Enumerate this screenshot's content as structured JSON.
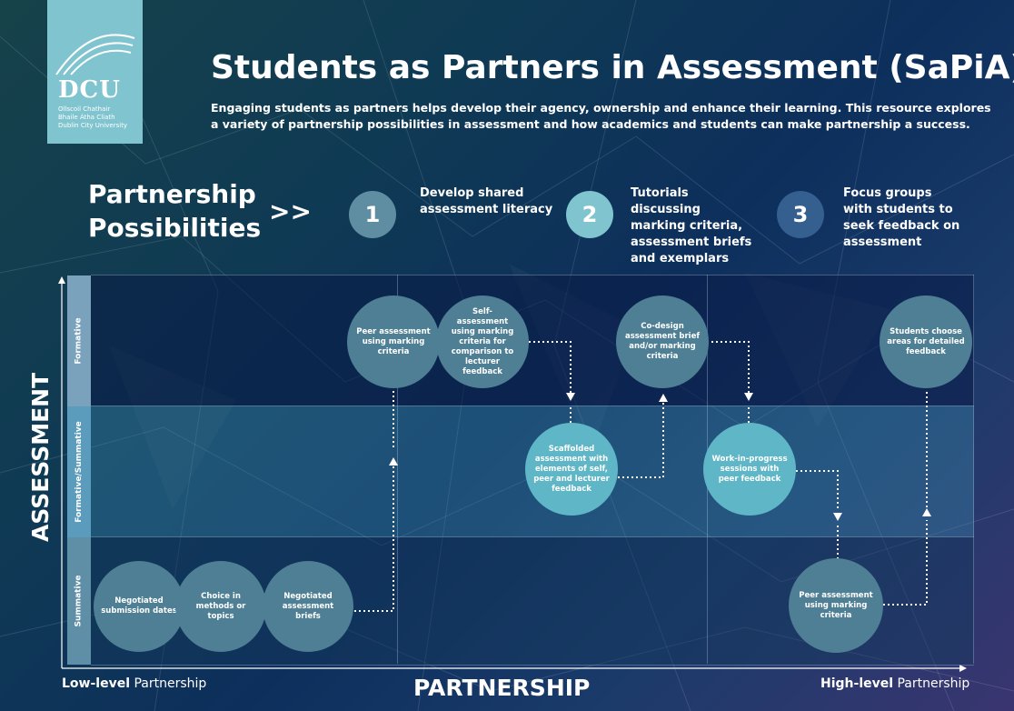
{
  "logo": {
    "name": "DCU",
    "lines": [
      "Ollscoil Chathair",
      "Bhaile Átha Cliath",
      "Dublin City University"
    ]
  },
  "title": "Students as Partners in Assessment (SaPiA)",
  "subtitle": "Engaging students as partners helps develop their agency, ownership and enhance their learning. This resource explores a variety of partnership possibilities in assessment and how academics and students can make partnership a success.",
  "possibilities": {
    "heading_line1": "Partnership",
    "heading_line2": "Possibilities",
    "chevron": ">>",
    "steps": [
      {
        "num": "1",
        "text": "Develop shared assessment literacy"
      },
      {
        "num": "2",
        "text": "Tutorials discussing marking criteria, assessment briefs and exemplars"
      },
      {
        "num": "3",
        "text": "Focus groups with students to seek feedback on assessment"
      }
    ]
  },
  "axes": {
    "y": "ASSESSMENT",
    "x": "PARTNERSHIP",
    "low_bold": "Low-level",
    "low_rest": " Partnership",
    "high_bold": "High-level",
    "high_rest": " Partnership"
  },
  "rows": [
    "Formative",
    "Formative/Summative",
    "Summative"
  ],
  "nodes": [
    {
      "id": "n1",
      "text": "Negotiated submission dates"
    },
    {
      "id": "n2",
      "text": "Choice in methods or topics"
    },
    {
      "id": "n3",
      "text": "Negotiated assessment briefs"
    },
    {
      "id": "n4",
      "text": "Peer assessment using marking criteria"
    },
    {
      "id": "n5",
      "text": "Self-assessment using marking criteria for comparison to lecturer feedback"
    },
    {
      "id": "n6",
      "text": "Scaffolded assessment with elements of self, peer and lecturer feedback"
    },
    {
      "id": "n7",
      "text": "Co-design assessment brief and/or marking criteria"
    },
    {
      "id": "n8",
      "text": "Work-in-progress sessions with peer feedback"
    },
    {
      "id": "n9",
      "text": "Peer assessment using marking criteria"
    },
    {
      "id": "n10",
      "text": "Students choose areas for detailed feedback"
    }
  ],
  "colors": {
    "light_node": "#5fb6c6",
    "dark_node": "#4e7f94",
    "step_light": "#7fc4cf",
    "step_muted": "#5f8ea3",
    "step_dark": "#345f8f"
  }
}
